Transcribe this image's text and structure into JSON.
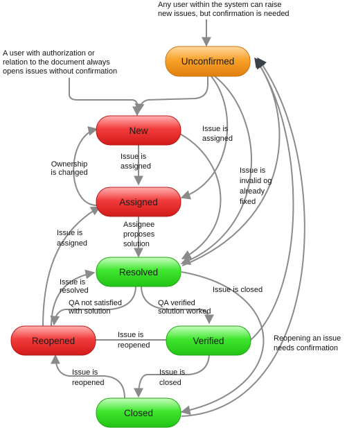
{
  "diagram": {
    "colors": {
      "orange": "#f39a1e",
      "red": "#ee3333",
      "green": "#33dd22",
      "edge": "#8a8a8a",
      "edge_dark": "#3a4048"
    },
    "states": {
      "unconfirmed": "Unconfirmed",
      "new": "New",
      "assigned": "Assigned",
      "resolved": "Resolved",
      "reopened": "Reopened",
      "verified": "Verified",
      "closed": "Closed"
    },
    "notes": {
      "any_user": [
        "Any user within the system can raise",
        "new issues, but confirmation is needed"
      ],
      "authorized_user": [
        "A user with authorization or",
        "relation to the document always",
        "opens issues without confirmation"
      ],
      "unconfirmed_assigned": [
        "Issue is",
        "assigned"
      ],
      "new_assigned": [
        "Issue is",
        "assigned"
      ],
      "ownership": [
        "Ownership",
        "is changed"
      ],
      "invalid": [
        "Issue is",
        "invalid og",
        "already",
        "fixed"
      ],
      "assignee_proposes": [
        "Assignee",
        "proposes",
        "solution"
      ],
      "reopened_assigned": [
        "Issue is",
        "assigned"
      ],
      "reopened_resolved": [
        "Issue is",
        "resolved"
      ],
      "resolved_closed": [
        "Issue is closed"
      ],
      "qa_not_satisfied": [
        "QA not satisfied",
        "with solution"
      ],
      "qa_verified": [
        "QA verified",
        "solution worked"
      ],
      "verified_reopened": [
        "Issue is",
        "reopened"
      ],
      "verified_closed": [
        "Issue is",
        "closed"
      ],
      "closed_reopened": [
        "Issue is",
        "reopened"
      ],
      "reopen_needs_confirmation": [
        "Reopening an issue",
        "needs confirmation"
      ]
    }
  }
}
